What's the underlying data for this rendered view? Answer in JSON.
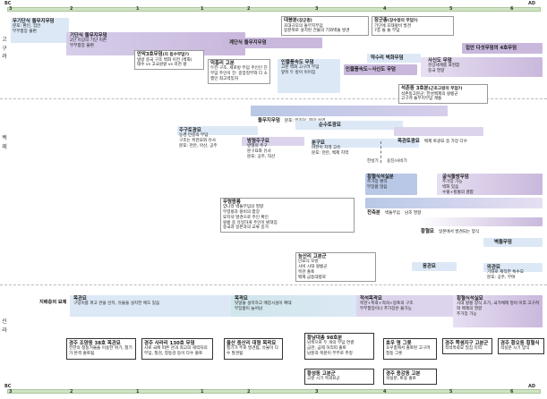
{
  "timeline": {
    "start_label": "BC",
    "end_label": "AD",
    "ticks": [
      "3",
      "2",
      "1",
      "1",
      "2",
      "3",
      "4",
      "5",
      "6"
    ]
  },
  "bands": {
    "goguryeo": "고구려",
    "baekje": "백제",
    "silla": "신라"
  },
  "goguryeo": {
    "muqi": {
      "title": "무기단식 돌무지무덤",
      "items": [
        "분포: 환인, 집안",
        "부부합장 불편"
      ]
    },
    "giqi": {
      "title": "기단식 돌무지무덤",
      "items": [
        "2단 이상의 기단 이른",
        "부부합장 불편"
      ]
    },
    "gyedan": {
      "title": "계단식 돌무지무덤"
    },
    "daebong": {
      "title": "대봉분",
      "sub": "(장군총)",
      "items": [
        "초대규모의 돌무지무덤",
        "봉분위로 설치된 건물의 기와벽돌 발견"
      ]
    },
    "janggun": {
      "title": "장군총",
      "sub": "(장수왕의 무덤?)",
      "items": [
        "기단에 호태왕비 발견",
        "7층 돌 돌 무덤"
      ]
    },
    "anak3": {
      "title": "안악3호무덤",
      "sub": "(의 동수무덤?)",
      "items": [
        "널방 중국 구조 벽화 이전 (벽화)",
        "태수 vs 고국원왕 vs 미천 왕"
      ]
    },
    "deokheung": {
      "title": "덕흥리 고분",
      "items": [
        "두칸 구조, 세로방 무덤 주인인 진",
        "무덤 주인이 진: 중앙정부와 다 소행인 최고력있처"
      ]
    },
    "anak_mural": {
      "title": "인물풍속도 무덤",
      "items": [
        "고분 벽화 고구려 무덤",
        "앞뒤 두 방이 이어짐"
      ]
    },
    "mural_history": "인물풍속도~사신도 무덤",
    "yaksu": "약수리 벽화무덤",
    "sasindo": {
      "title": "사신도 무덤",
      "items": [
        "천상세계를 표현함",
        "중국 영향"
      ]
    },
    "jipan": "집안 다섯무덤의 4호무덤",
    "sokgae": {
      "title": "석촌동 3호분",
      "sub": "(근초고왕의 무덤?)",
      "items": [
        "석촌동고분군: 한성백제의 왕릉군",
        "고구려 돌무지무덤 계통"
      ]
    }
  },
  "baekje": {
    "dolmuji": {
      "title": "돌무지무덤",
      "items": [
        "분포: 임진강, 한강 유역"
      ]
    },
    "sunsu": "순수토광묘",
    "jugu": {
      "title": "주구토광묘",
      "items": [
        "농경 민중의 무덤",
        "구조는 목관묘와 유사",
        "분포: 천안, 아산, 공주"
      ]
    },
    "banggwan": {
      "title": "방형주구묘",
      "items": [
        "방형의 주구",
        "분구묘와 유사",
        "분포: 공주, 익산"
      ]
    },
    "bungu": {
      "title": "분구묘",
      "items": [
        "마한이 지역 고유",
        "분포: 천안, 백제 지역"
      ]
    },
    "mokgwan": {
      "title": "목관토광묘",
      "items": [
        "백제 토광묘 중 가장 다수"
      ]
    },
    "marker_left": "한성기",
    "marker_right": "웅진/사비기",
    "hoengheol": {
      "title": "횡혈식석실분",
      "items": [
        "추가장 편리",
        "부장품 많음"
      ]
    },
    "gulsik": {
      "title": "굴식돌방무덤",
      "items": [
        "추가장 가능",
        "벽화 있음",
        "수혈+횡혈의 결합"
      ]
    },
    "jeondok": {
      "title": "전축분",
      "items": [
        "벽돌무덤",
        "남조 영향"
      ]
    },
    "hwanghol": {
      "title": "황혈묘",
      "items": [
        "일본에서 발견되는 양식"
      ]
    },
    "muryeong": {
      "title": "무령왕릉",
      "items": [
        "양나라 벽돌무덤의 영향",
        "무령왕과 왕비의 합장",
        "묘지석 발견으로 주인 확인",
        "왕릉 중 유일하게 주인이 밝혀짐",
        "중국과 일본과의 교류 증거"
      ]
    },
    "byeokdol": "벽돌무덤",
    "jongsan": {
      "title": "능산리 고분군",
      "items": [
        "단묘식 모방",
        "사비 시대 왕릉군",
        "목관 출토",
        "백제 금동대향로"
      ]
    },
    "junggwan": "옹관묘",
    "obaek": {
      "title": "와관묘",
      "items": [
        "기와로 제작한 특수묘",
        "분포: 공주, 부여"
      ]
    }
  },
  "silla": {
    "chim_label": "지배층의 묘제",
    "mokgwan": {
      "title": "목관묘",
      "items": [
        "구덩이를 파고 관을 안치, 유물을 설치한 매도 있음"
      ]
    },
    "mokgwak": {
      "title": "목곽묘",
      "items": [
        "덧널을 설치하고 매장시설이 확대",
        "부장품이 늘어남"
      ]
    },
    "jeoksuk": {
      "title": "적석목곽묘",
      "items": [
        "목관+목곽+적석+봉토의 구조",
        "부부합장이나 추가장은 불가능"
      ]
    },
    "gulsik": {
      "title": "횡혈식석실묘",
      "items": [
        "시대 왕릉 양식 초기, 국가체제 정비 이후 고구려와 백제의 영향",
        "추가장 가능"
      ]
    },
    "gyeongju38": {
      "title": "경주 조양동 38호 목관묘",
      "items": [
        "전한의 청동거울을 이용한 위기, 철기가 본격 출토됨"
      ]
    },
    "gyeongju130": {
      "title": "경주 사라리 130호 무덤",
      "items": [
        "사로 국에 따른 관과 최고의 세력자의 무덤, 철검, 청동검 등이 다수 출토"
      ]
    },
    "ulsan": {
      "title": "울산 중산리 대형 목곽묘",
      "items": [
        "철기가 주로 발견됨, 유물이 다수 발견됨"
      ]
    },
    "hwangnam98": {
      "title": "황남대총 98호분",
      "items": [
        "남북으로 두 개의 무덤 연결",
        "금관, 금제 허리띠 출토",
        "남분과 북분이 부부로 추정"
      ]
    },
    "horu": {
      "title": "호우 명 그릇",
      "items": [
        "호우총에서 출토된 고구려 청동 그릇"
      ]
    },
    "gyeongju_jeongcheon": {
      "title": "경주 쪽샘지구 고분군",
      "items": [
        "적석목곽묘 밀집 지역"
      ]
    },
    "hwangseong": {
      "title": "황성동 고분군",
      "items": [
        "고분 시기 목곽묘군"
      ]
    },
    "hwangnam_tomb": {
      "title": "경주 황오동 횡혈식",
      "items": [
        "석실분 시기 양식"
      ]
    },
    "ja_bogyeong": {
      "title": "경주 용강동 고분",
      "items": [
        "석실분, 토용 출토"
      ]
    }
  },
  "colors": {
    "goguryeo_bar": "#c9b8dc",
    "baekje_bar": "#b8c8e6",
    "silla_bar": "#bcd8ee",
    "blue_box": "#dce8f6",
    "teal_box": "#cfe6ea",
    "lavender_box": "#dcd4ec",
    "timeline_green": "#cfe4c4"
  }
}
